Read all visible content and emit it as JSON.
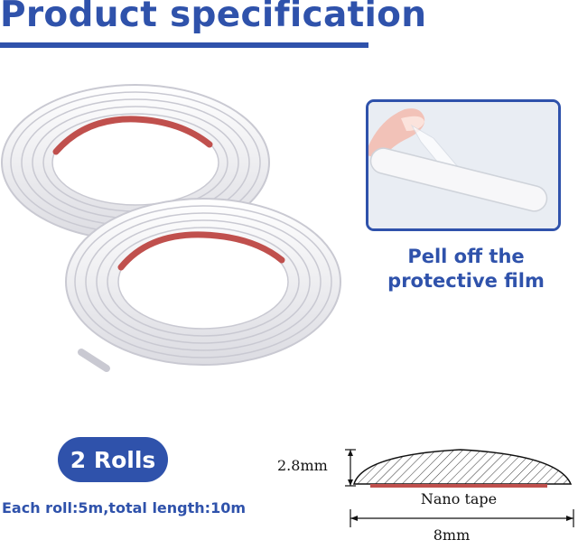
{
  "header": {
    "title": "Product specification"
  },
  "inset": {
    "caption_line1": "Pell off the",
    "caption_line2": "protective film"
  },
  "rolls": {
    "badge": "2 Rolls",
    "note": "Each roll:5m,total length:10m"
  },
  "profile": {
    "height_label": "2.8mm",
    "tape_label": "Nano tape",
    "width_label": "8mm"
  },
  "colors": {
    "brand_blue": "#2f52ab",
    "tape_red": "#c0504d",
    "strip_white": "#f4f4f6"
  }
}
